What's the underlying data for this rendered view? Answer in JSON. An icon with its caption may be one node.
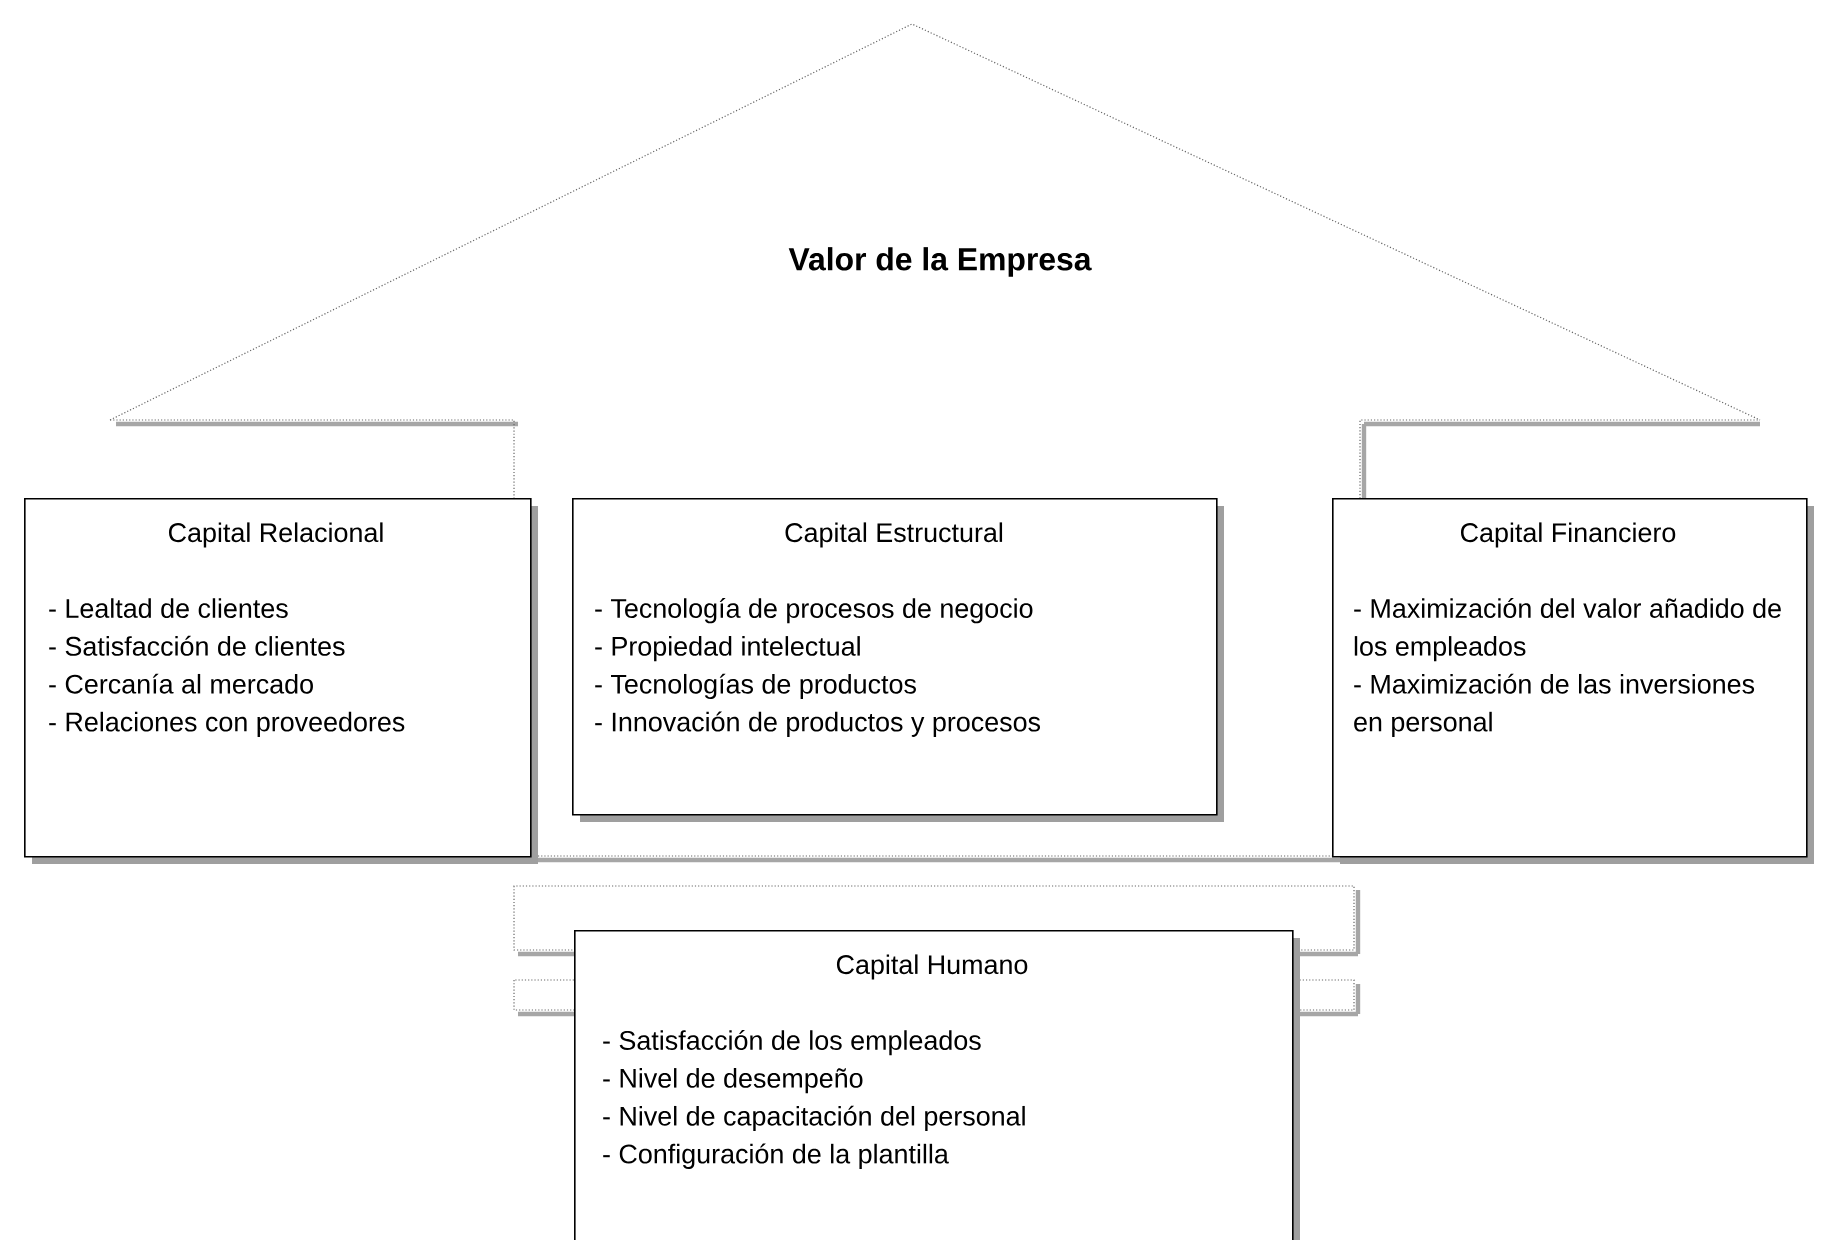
{
  "diagram": {
    "nodes": [
      {
        "text": [
          "Valor de la Empresa"
        ]
      },
      {
        "text": [
          "Capital Relacional",
          "- Lealtad de clientes",
          "- Satisfacción de clientes",
          "- Cercanía al mercado",
          "- Relaciones con proveedores"
        ]
      },
      {
        "text": [
          "Capital Estructural",
          "- Tecnología de procesos de negocio",
          "- Propiedad intelectual",
          "- Tecnologías de productos",
          "- Innovación de productos y procesos"
        ]
      },
      {
        "text": [
          "Capital Financiero",
          "- Maximización del valor añadido de los empleados",
          "- Maximización de las inversiones en personal"
        ]
      },
      {
        "text": [
          "Capital Humano",
          "- Satisfacción de los empleados",
          "- Nivel de desempeño",
          "- Nivel de capacitación del personal",
          "- Configuración de la plantilla"
        ]
      }
    ]
  }
}
